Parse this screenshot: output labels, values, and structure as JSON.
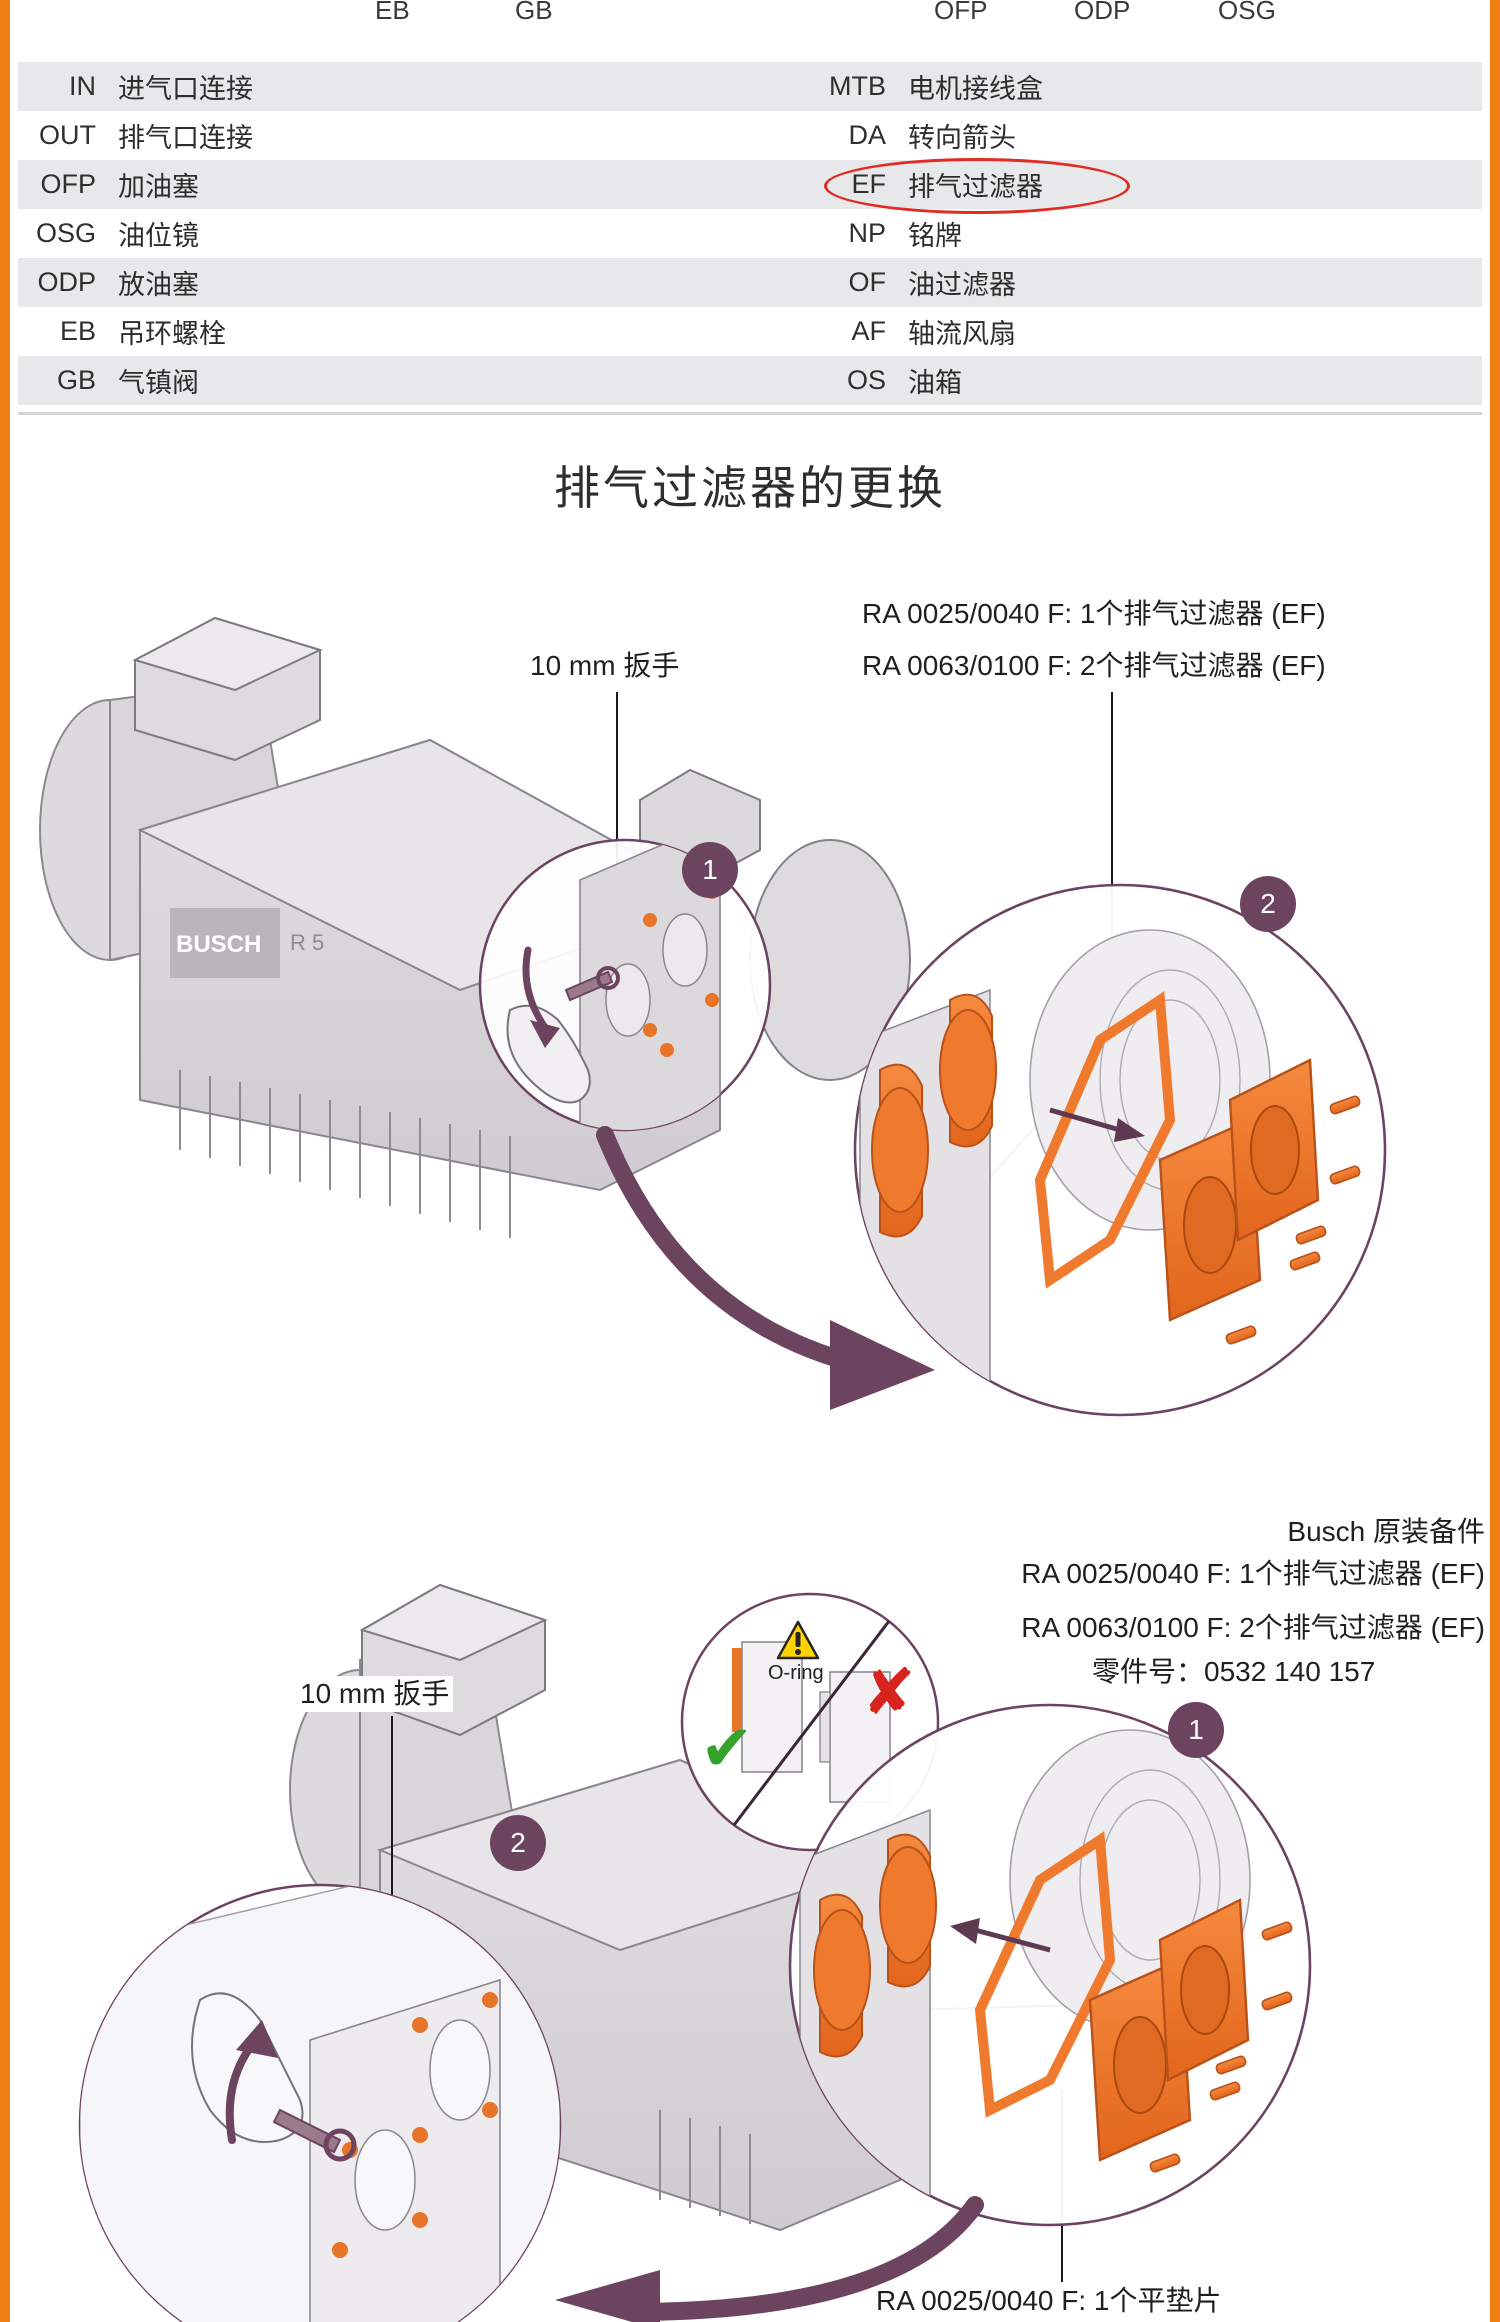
{
  "page": {
    "accent_orange": "#F07F13",
    "highlight_red": "#E8201B",
    "callout_purple": "#6D4460",
    "part_orange": "#E8742A"
  },
  "legend": {
    "partial_header": {
      "left_codes": [
        "EB",
        "GB"
      ],
      "right_codes": [
        "OFP",
        "ODP",
        "OSG"
      ]
    },
    "rows": [
      {
        "left_code": "IN",
        "left_desc": "进气口连接",
        "right_code": "MTB",
        "right_desc": "电机接线盒",
        "shaded": true,
        "highlighted": false
      },
      {
        "left_code": "OUT",
        "left_desc": "排气口连接",
        "right_code": "DA",
        "right_desc": "转向箭头",
        "shaded": false,
        "highlighted": false
      },
      {
        "left_code": "OFP",
        "left_desc": "加油塞",
        "right_code": "EF",
        "right_desc": "排气过滤器",
        "shaded": true,
        "highlighted": true
      },
      {
        "left_code": "OSG",
        "left_desc": "油位镜",
        "right_code": "NP",
        "right_desc": "铭牌",
        "shaded": false,
        "highlighted": false
      },
      {
        "left_code": "ODP",
        "left_desc": "放油塞",
        "right_code": "OF",
        "right_desc": "油过滤器",
        "shaded": true,
        "highlighted": false
      },
      {
        "left_code": "EB",
        "left_desc": "吊环螺栓",
        "right_code": "AF",
        "right_desc": "轴流风扇",
        "shaded": false,
        "highlighted": false
      },
      {
        "left_code": "GB",
        "left_desc": "气镇阀",
        "right_code": "OS",
        "right_desc": "油箱",
        "shaded": true,
        "highlighted": false
      }
    ]
  },
  "section": {
    "title": "排气过滤器的更换"
  },
  "figure1": {
    "wrench_label": "10 mm 扳手",
    "filter_note_line1": "RA 0025/0040 F: 1个排气过滤器 (EF)",
    "filter_note_line2": "RA 0063/0100 F: 2个排气过滤器 (EF)",
    "badge_step1": "1",
    "badge_step2": "2",
    "pump_brand": "BUSCH",
    "pump_model": "R 5"
  },
  "figure2": {
    "wrench_label": "10 mm 扳手",
    "spares_title": "Busch 原装备件",
    "spares_line1": "RA 0025/0040 F: 1个排气过滤器 (EF)",
    "spares_line2": "RA 0063/0100 F: 2个排气过滤器 (EF)",
    "part_number": "零件号：0532 140 157",
    "badge_step1": "1",
    "badge_step2": "2",
    "oring_label": "O-ring",
    "mark_correct": "✔",
    "mark_wrong": "✘",
    "warning_icon": "!",
    "bottom_caption": "RA 0025/0040 F: 1个平垫片"
  }
}
